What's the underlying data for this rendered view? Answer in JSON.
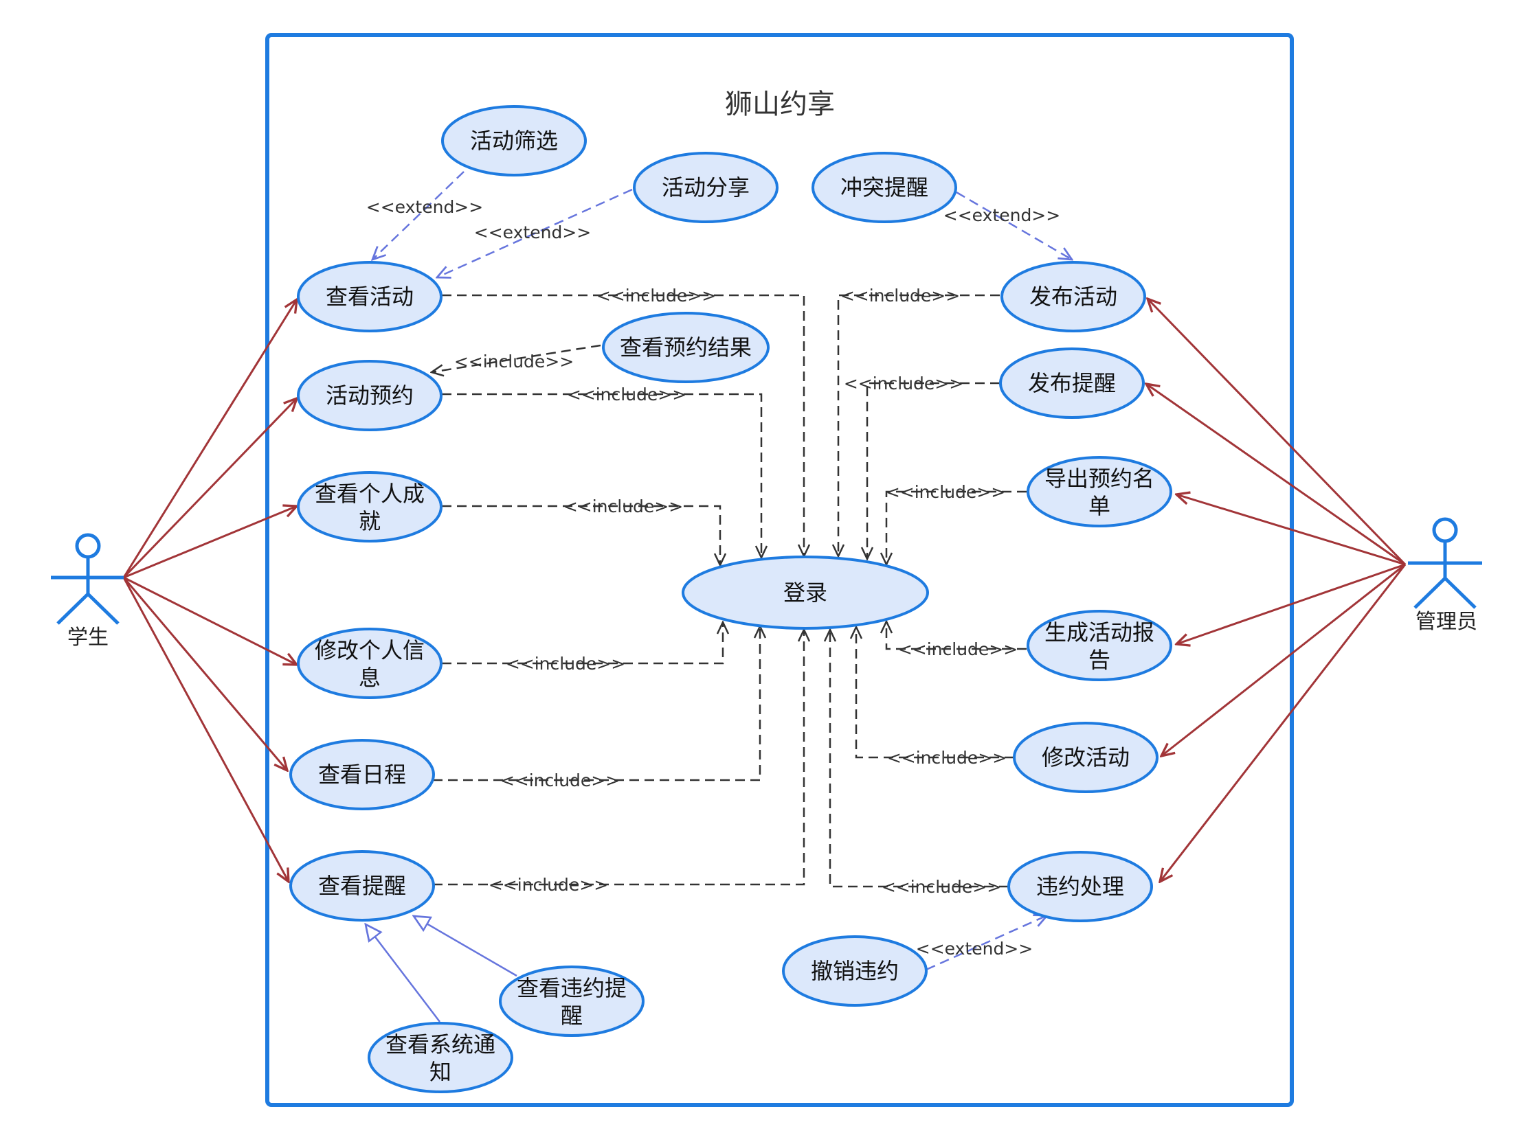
{
  "title": "狮山约享",
  "colors": {
    "boundary": "#1E7BE0",
    "usecase_fill": "#DCE8FB",
    "usecase_stroke": "#1E7BE0",
    "actor": "#1E7BE0",
    "association": "#A23538",
    "include": "#333333",
    "extend": "#6675DD",
    "generalization": "#6675DD"
  },
  "actors": {
    "student": "学生",
    "admin": "管理员"
  },
  "relations": {
    "include": "<<include>>",
    "extend": "<<extend>>"
  },
  "usecases": {
    "login": "登录",
    "view_activity": "查看活动",
    "filter_activity": "活动筛选",
    "share_activity": "活动分享",
    "book_activity": "活动预约",
    "view_booking_result": "查看预约结果",
    "view_achievement": [
      "查看个人成",
      "就"
    ],
    "edit_info": [
      "修改个人信",
      "息"
    ],
    "view_schedule": "查看日程",
    "view_reminder": "查看提醒",
    "view_violation_reminder": [
      "查看违约提",
      "醒"
    ],
    "view_system_notice": [
      "查看系统通",
      "知"
    ],
    "conflict_reminder": "冲突提醒",
    "publish_activity": "发布活动",
    "publish_reminder": "发布提醒",
    "export_list": [
      "导出预约名",
      "单"
    ],
    "generate_report": [
      "生成活动报",
      "告"
    ],
    "modify_activity": "修改活动",
    "handle_violation": "违约处理",
    "revoke_violation": "撤销违约"
  }
}
